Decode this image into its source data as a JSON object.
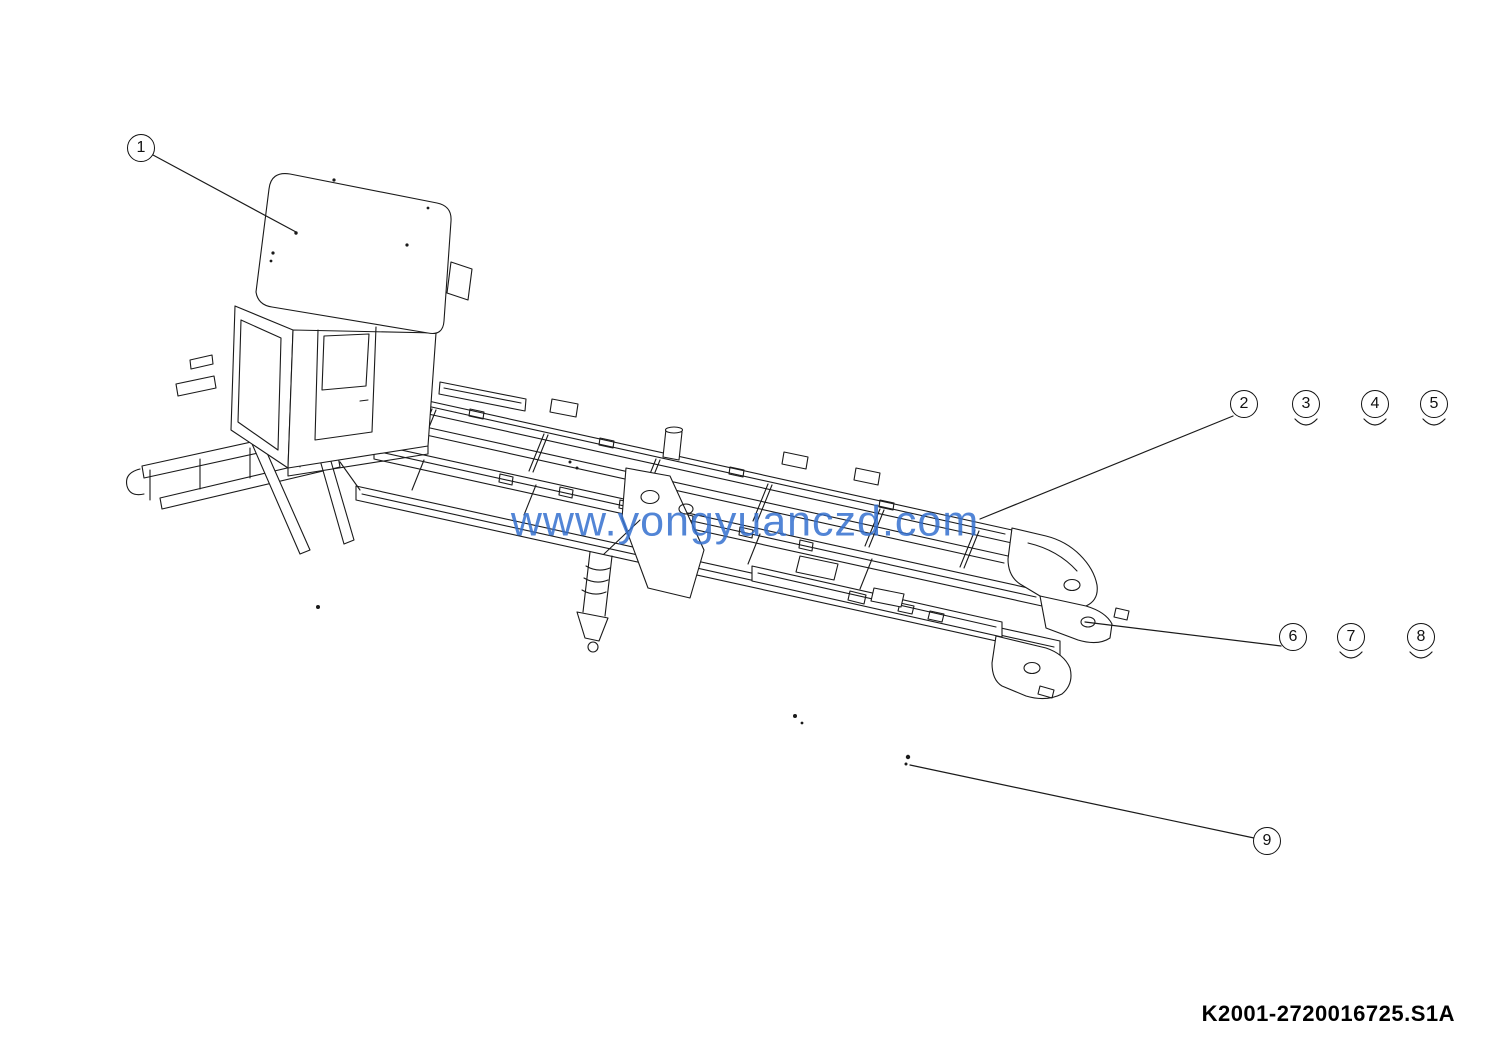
{
  "figure": {
    "watermark": "www.yongyuanczd.com",
    "watermark_color": "#3470cf",
    "drawing_number": "K2001-2720016725.S1A",
    "line_color": "#1a1a1a",
    "background": "#ffffff",
    "description": "exploded-parts line drawing of truck chassis frame with cab"
  },
  "callouts": [
    {
      "label": "1"
    },
    {
      "label": "2"
    },
    {
      "label": "3"
    },
    {
      "label": "4"
    },
    {
      "label": "5"
    },
    {
      "label": "6"
    },
    {
      "label": "7"
    },
    {
      "label": "8"
    },
    {
      "label": "9"
    }
  ]
}
